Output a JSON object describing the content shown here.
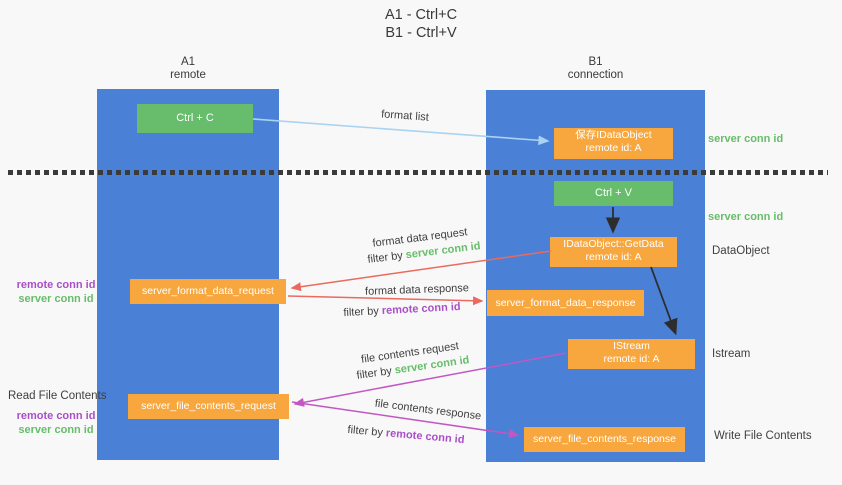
{
  "title": {
    "line1": "A1 - Ctrl+C",
    "line2": "B1 - Ctrl+V"
  },
  "machines": {
    "left": {
      "id": "A1",
      "role": "remote"
    },
    "right": {
      "id": "B1",
      "role": "connection"
    }
  },
  "boxes": {
    "ctrl_c": {
      "label": "Ctrl + C"
    },
    "save_idataobject": {
      "line1": "保存IDataObject",
      "line2": "remote id: A"
    },
    "ctrl_v": {
      "label": "Ctrl + V"
    },
    "getdata": {
      "line1": "IDataObject::GetData",
      "line2": "remote id: A"
    },
    "format_request": {
      "label": "server_format_data_request"
    },
    "format_response": {
      "label": "server_format_data_response"
    },
    "istream": {
      "line1": "IStream",
      "line2": "remote id: A"
    },
    "file_request": {
      "label": "server_file_contents_request"
    },
    "file_response": {
      "label": "server_file_contents_response"
    }
  },
  "labels": {
    "format_list": "format list",
    "format_data_request": "format data request",
    "format_data_response": "format data response",
    "file_contents_request": "file contents request",
    "file_contents_response": "file contents response",
    "filter_by": "filter by",
    "server_conn_id": "server conn id",
    "remote_conn_id": "remote conn id",
    "read_file_contents": "Read File Contents",
    "write_file_contents": "Write File Contents",
    "dataobject": "DataObject",
    "istream": "Istream"
  },
  "colors": {
    "machine_fill": "#4a80d6",
    "action_fill": "#68bd6c",
    "message_fill": "#f7a73e",
    "server_conn_text": "#67bd6b",
    "remote_conn_text": "#a94fc9",
    "arrow_format_list": "#a9d3f2",
    "arrow_format_data": "#ea6a5e",
    "arrow_file_contents": "#c257c2",
    "arrow_black": "#2d2d2d",
    "dotted_line": "#3b3b3b"
  }
}
